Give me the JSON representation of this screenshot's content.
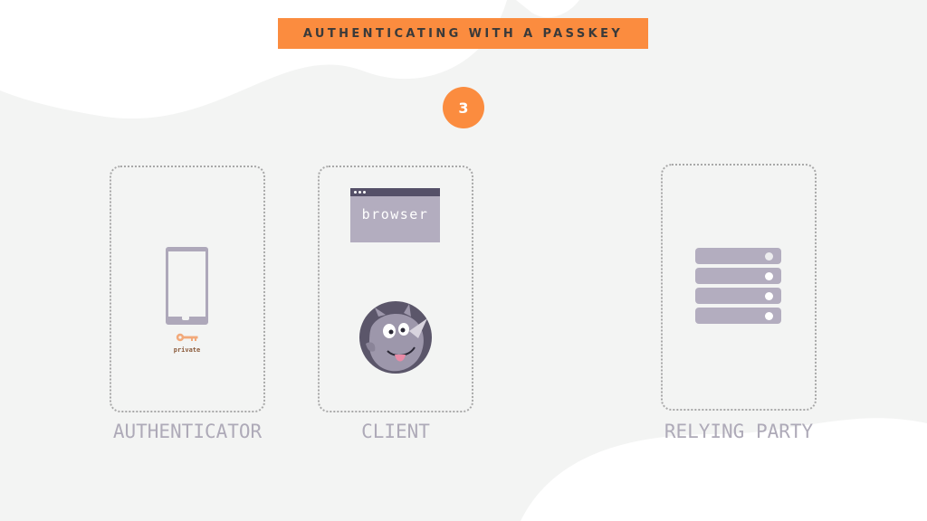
{
  "banner": {
    "title": "AUTHENTICATING WITH A PASSKEY"
  },
  "step": {
    "number": "3"
  },
  "authenticator": {
    "label": "AUTHENTICATOR",
    "key_label": "private"
  },
  "client": {
    "label": "CLIENT",
    "browser_text": "browser"
  },
  "relying_party": {
    "label": "RELYING PARTY",
    "server_units": 4
  },
  "colors": {
    "accent": "#fb8c3f",
    "background": "#f3f4f3",
    "icon_gray": "#b3adbf",
    "label_gray": "#aeaab8",
    "border_gray": "#a8a8a8",
    "key": "#f2a97a"
  },
  "icons": {
    "phone": "smartphone-icon",
    "key": "key-icon",
    "browser": "browser-window-icon",
    "mascot": "rhino-mascot-icon",
    "server": "server-rack-icon"
  }
}
